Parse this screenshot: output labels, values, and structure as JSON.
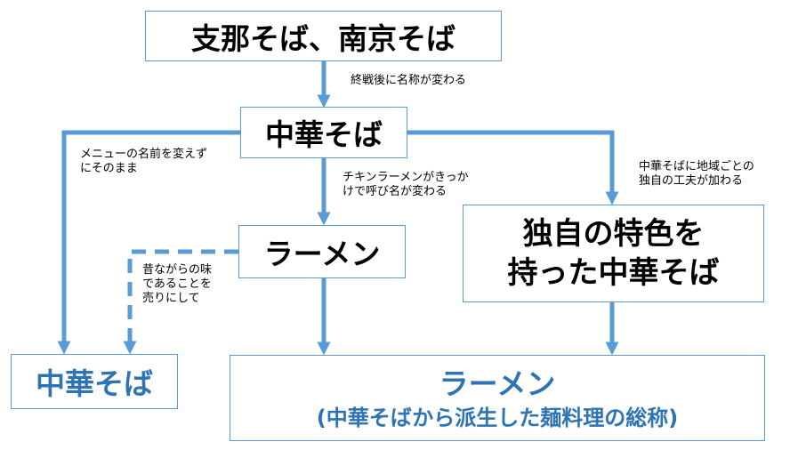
{
  "nodes": {
    "origin": "支那そば、南京そば",
    "chuka_soba": "中華そば",
    "ramen": "ラーメン",
    "unique_lines": [
      "独自の特色を",
      "持った中華そば"
    ],
    "chuka_soba_final": "中華そば",
    "ramen_final_title": "ラーメン",
    "ramen_final_subtitle": "(中華そばから派生した麺料理の総称)"
  },
  "labels": {
    "renamed_after_war": "終戦後に名称が変わる",
    "keep_name": [
      "メニューの名前を変えず",
      "にそのまま"
    ],
    "chicken_ramen": [
      "チキンラーメンがきっか",
      "けで呼び名が変わる"
    ],
    "regional": [
      "中華そばに地域ごとの",
      "独自の工夫が加わる"
    ],
    "sell_old_taste": [
      "昔ながらの味",
      "であることを",
      "売りにして"
    ]
  },
  "colors": {
    "connector": "#5b9bd5",
    "box_border": "#5b9bd5",
    "highlight_text": "#2e74b5",
    "text": "#000000"
  }
}
